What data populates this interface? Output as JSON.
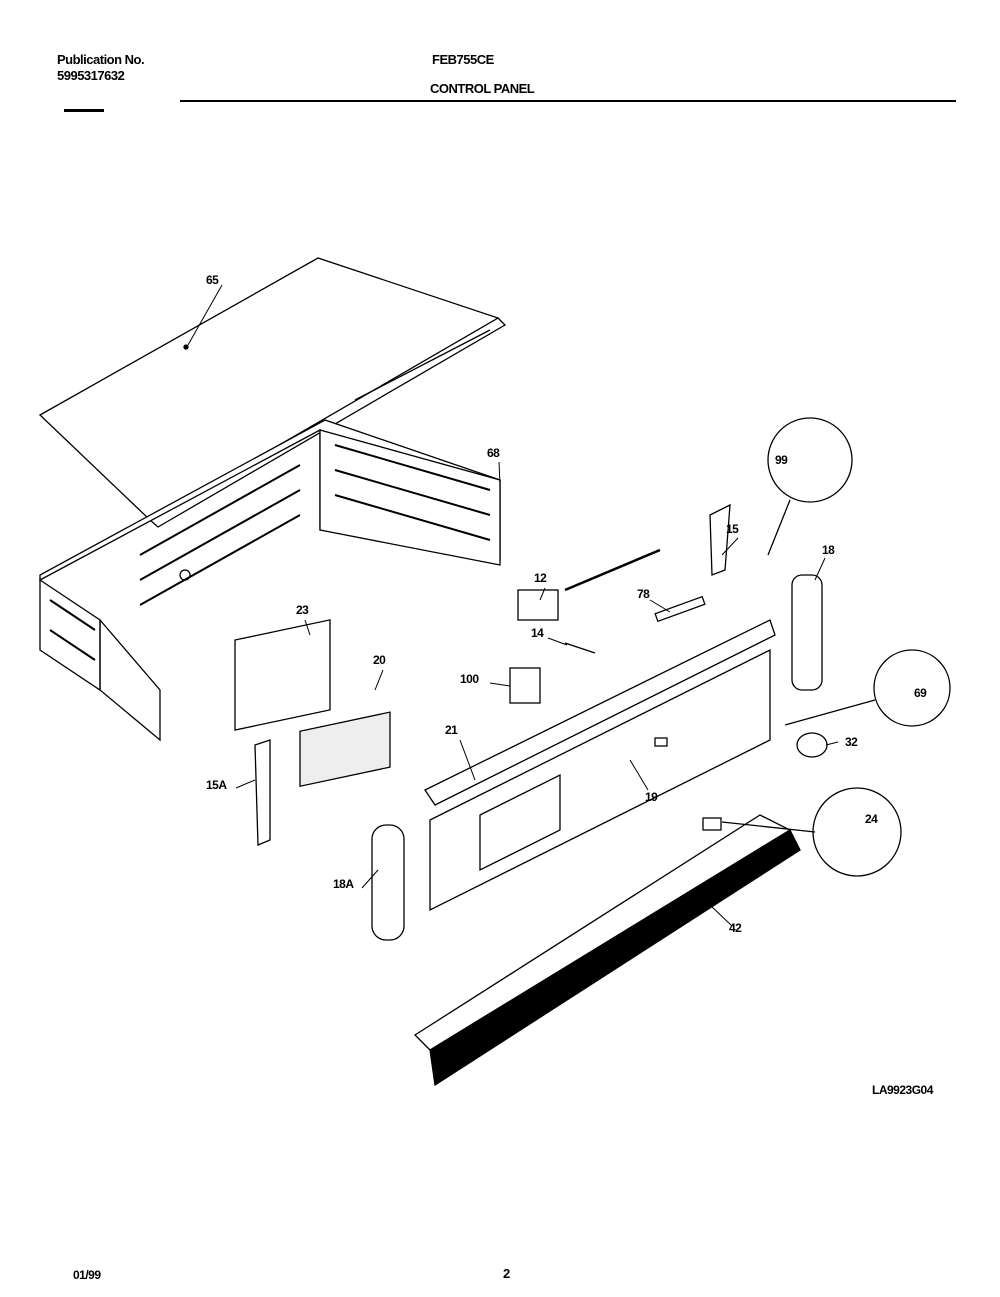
{
  "header": {
    "publication_label": "Publication No.",
    "publication_number": "5995317632",
    "model": "FEB755CE",
    "section_title": "CONTROL PANEL"
  },
  "diagram": {
    "callouts": [
      "65",
      "68",
      "15",
      "99",
      "18",
      "12",
      "78",
      "14",
      "100",
      "23",
      "20",
      "21",
      "69",
      "32",
      "24",
      "19",
      "15A",
      "18A",
      "42"
    ],
    "drawing_id": "LA9923G04"
  },
  "footer": {
    "date": "01/99",
    "page": "2"
  }
}
